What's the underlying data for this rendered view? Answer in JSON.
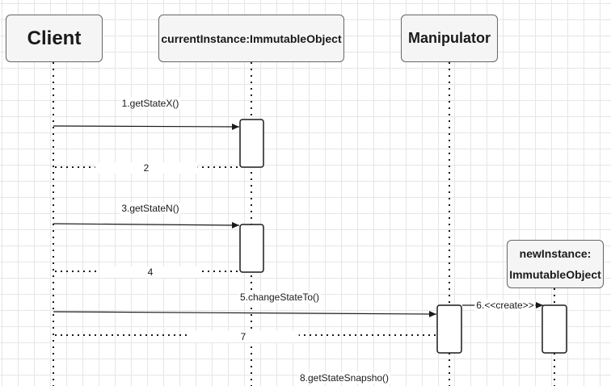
{
  "participants": {
    "client": "Client",
    "current": "currentInstance:ImmutableObject",
    "manipulator": "Manipulator",
    "new_line1": "newInstance:",
    "new_line2": "ImmutableObject"
  },
  "messages": {
    "m1": "1.getStateX()",
    "m2": "2",
    "m3": "3.getStateN()",
    "m4": "4",
    "m5": "5.changeStateTo()",
    "m6": "6.<<create>>",
    "m7": "7",
    "m8": "8.getStateSnapsho()"
  },
  "colors": {
    "line": "#1a1a1a",
    "box_fill": "#f5f5f5",
    "box_border": "#666666",
    "grid": "#e6e6e6"
  }
}
